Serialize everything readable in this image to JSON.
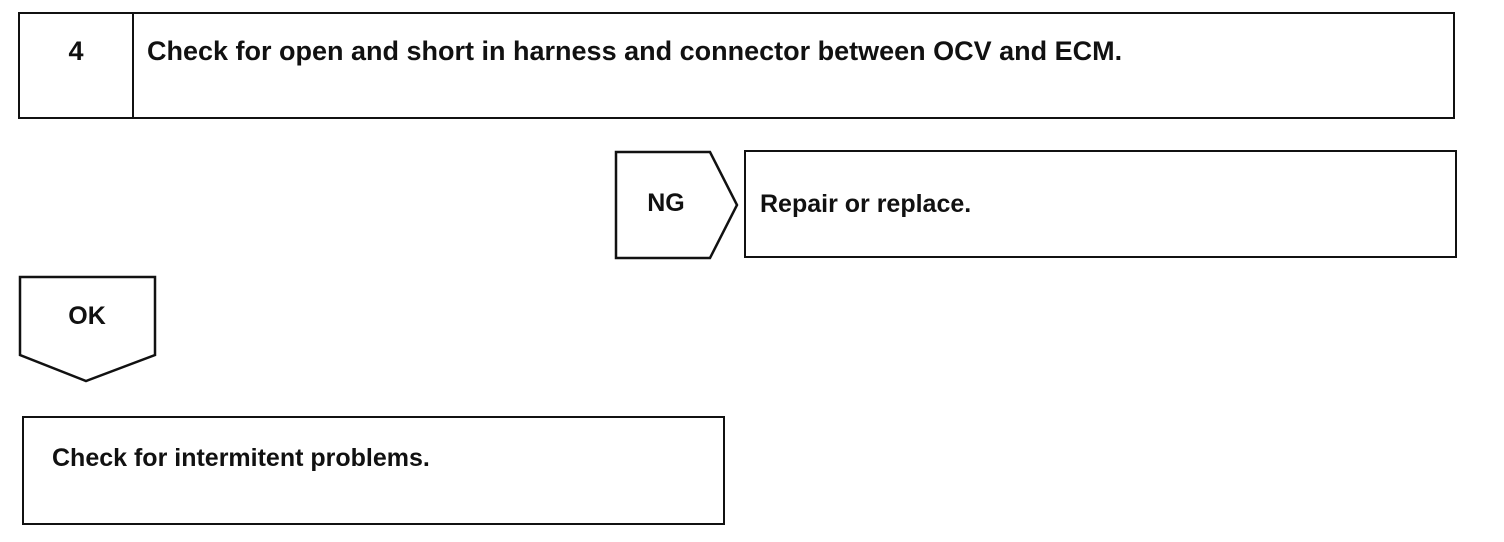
{
  "step": {
    "number": "4",
    "title": "Check for open and short in harness and connector between OCV and ECM."
  },
  "ng_branch": {
    "label": "NG",
    "action": "Repair or replace."
  },
  "ok_branch": {
    "label": "OK",
    "action": "Check for intermitent problems."
  }
}
